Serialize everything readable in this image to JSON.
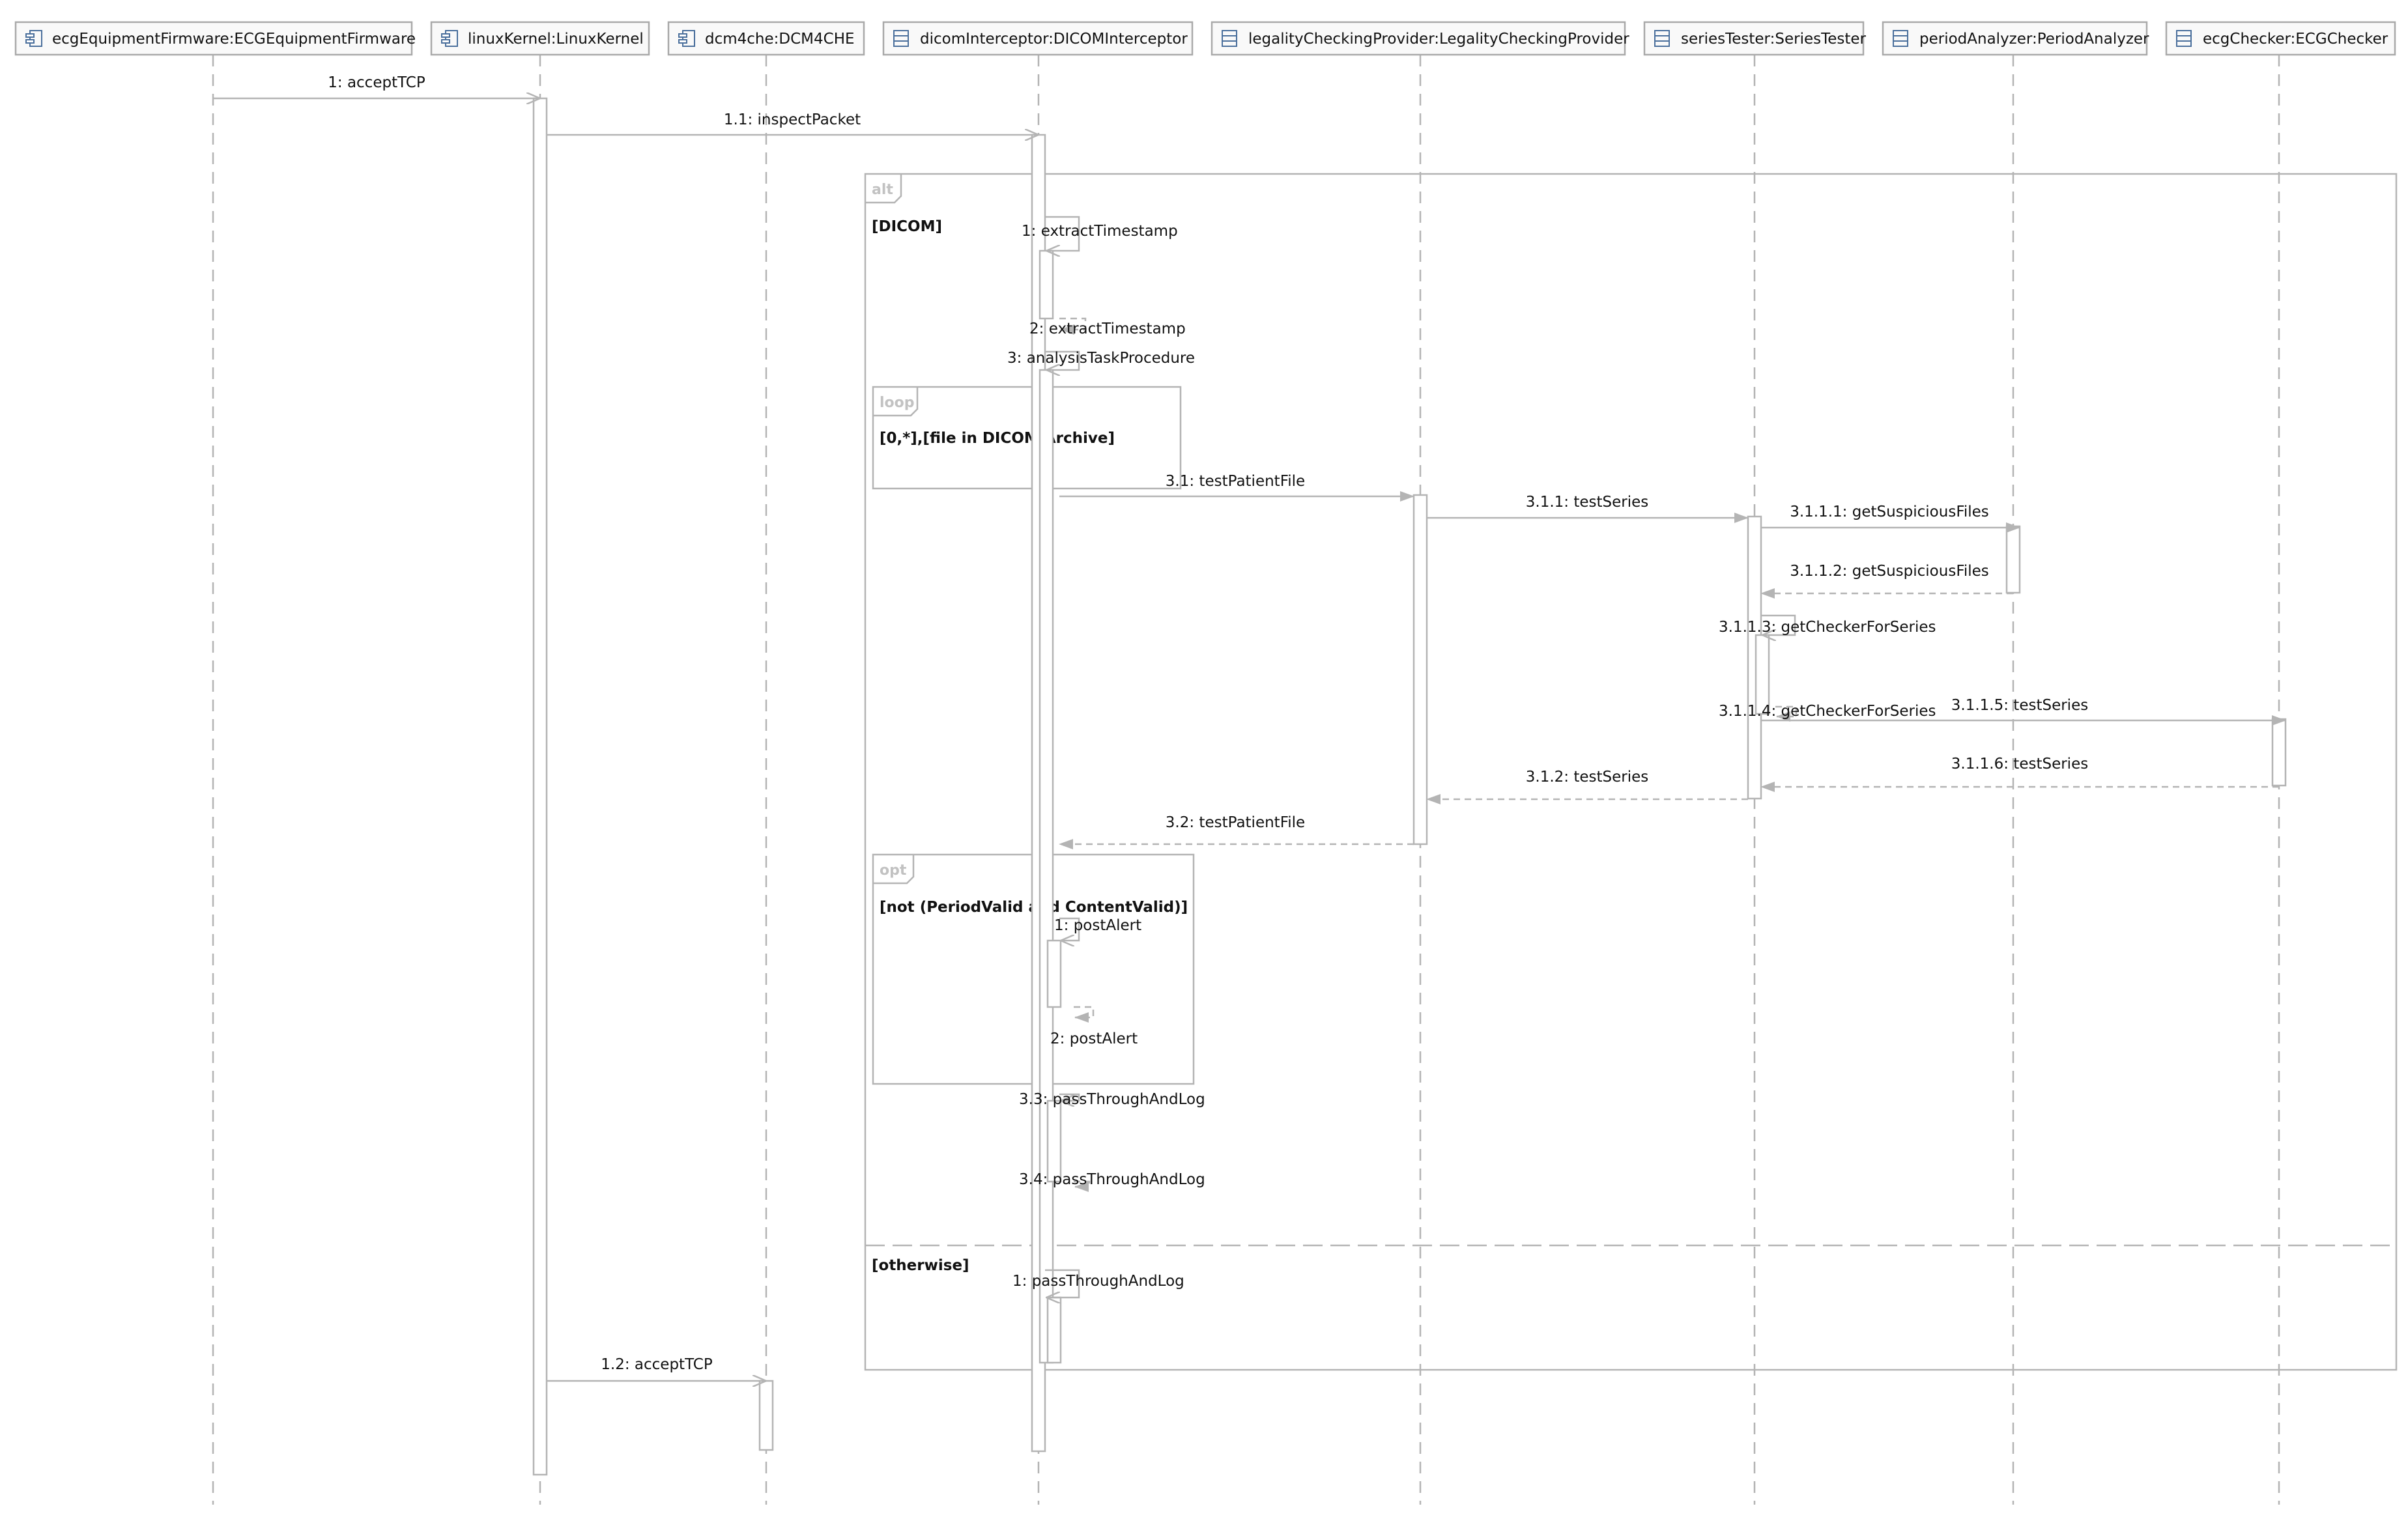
{
  "lifelines": [
    {
      "id": "ecg",
      "label": "ecgEquipmentFirmware:ECGEquipmentFirmware",
      "icon": "component-icon"
    },
    {
      "id": "linux",
      "label": "linuxKernel:LinuxKernel",
      "icon": "component-icon"
    },
    {
      "id": "dcm",
      "label": "dcm4che:DCM4CHE",
      "icon": "component-icon"
    },
    {
      "id": "dicom",
      "label": "dicomInterceptor:DICOMInterceptor",
      "icon": "class-icon"
    },
    {
      "id": "legal",
      "label": "legalityCheckingProvider:LegalityCheckingProvider",
      "icon": "class-icon"
    },
    {
      "id": "series",
      "label": "seriesTester:SeriesTester",
      "icon": "class-icon"
    },
    {
      "id": "period",
      "label": "periodAnalyzer:PeriodAnalyzer",
      "icon": "class-icon"
    },
    {
      "id": "checker",
      "label": "ecgChecker:ECGChecker",
      "icon": "class-icon"
    }
  ],
  "fragments": [
    {
      "kind": "alt",
      "guards": [
        "[DICOM]",
        "[otherwise]"
      ]
    },
    {
      "kind": "loop",
      "guards": [
        "[0,*],[file in DICOM Archive]"
      ]
    },
    {
      "kind": "opt",
      "guards": [
        "[not (PeriodValid and ContentValid)]"
      ]
    }
  ],
  "messages": [
    {
      "label": "1: acceptTCP",
      "from": "ecg",
      "to": "linux",
      "type": "call"
    },
    {
      "label": "1.1: inspectPacket",
      "from": "linux",
      "to": "dicom",
      "type": "call"
    },
    {
      "label": "1: extractTimestamp",
      "from": "dicom",
      "to": "dicom",
      "type": "self"
    },
    {
      "label": "2: extractTimestamp",
      "from": "dicom",
      "to": "dicom",
      "type": "self-return"
    },
    {
      "label": "3: analysisTaskProcedure",
      "from": "dicom",
      "to": "dicom",
      "type": "self"
    },
    {
      "label": "3.1: testPatientFile",
      "from": "dicom",
      "to": "legal",
      "type": "call"
    },
    {
      "label": "3.1.1: testSeries",
      "from": "legal",
      "to": "series",
      "type": "call"
    },
    {
      "label": "3.1.1.1: getSuspiciousFiles",
      "from": "series",
      "to": "period",
      "type": "call"
    },
    {
      "label": "3.1.1.2: getSuspiciousFiles",
      "from": "period",
      "to": "series",
      "type": "return"
    },
    {
      "label": "3.1.1.3: getCheckerForSeries",
      "from": "series",
      "to": "series",
      "type": "self"
    },
    {
      "label": "3.1.1.4: getCheckerForSeries",
      "from": "series",
      "to": "series",
      "type": "self-return"
    },
    {
      "label": "3.1.1.5: testSeries",
      "from": "series",
      "to": "checker",
      "type": "call"
    },
    {
      "label": "3.1.1.6: testSeries",
      "from": "checker",
      "to": "series",
      "type": "return"
    },
    {
      "label": "3.1.2: testSeries",
      "from": "series",
      "to": "legal",
      "type": "return"
    },
    {
      "label": "3.2: testPatientFile",
      "from": "legal",
      "to": "dicom",
      "type": "return"
    },
    {
      "label": "1: postAlert",
      "from": "dicom",
      "to": "dicom",
      "type": "self"
    },
    {
      "label": "2: postAlert",
      "from": "dicom",
      "to": "dicom",
      "type": "self-return"
    },
    {
      "label": "3.3: passThroughAndLog",
      "from": "dicom",
      "to": "dicom",
      "type": "self"
    },
    {
      "label": "3.4: passThroughAndLog",
      "from": "dicom",
      "to": "dicom",
      "type": "self-return"
    },
    {
      "label": "1: passThroughAndLog",
      "from": "dicom",
      "to": "dicom",
      "type": "self"
    },
    {
      "label": "1.2: acceptTCP",
      "from": "linux",
      "to": "dcm",
      "type": "call"
    }
  ],
  "colors": {
    "line": "#b4b4b4",
    "text": "#111111",
    "tag": "#c2c2c2",
    "header_border": "#a9a9a9",
    "icon": "#4a6f9c"
  }
}
